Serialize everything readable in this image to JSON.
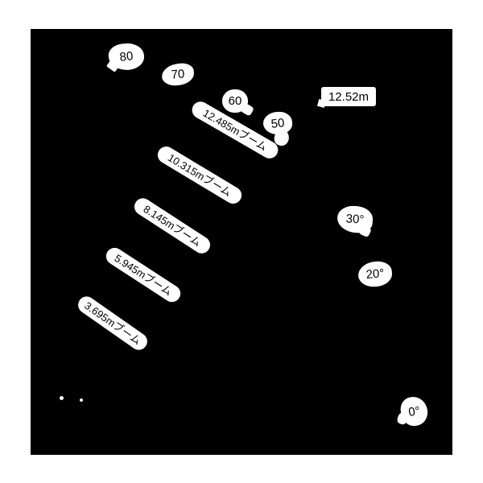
{
  "diagram": {
    "background_color": "#000000",
    "label_background_color": "#ffffff",
    "label_text_color": "#000000",
    "boom_labels": [
      {
        "text": "12.485mブーム"
      },
      {
        "text": "10.315mブーム"
      },
      {
        "text": "8.145mブーム"
      },
      {
        "text": "5.945mブーム"
      },
      {
        "text": "3.695mブーム"
      }
    ],
    "angle_labels": [
      {
        "text": "80"
      },
      {
        "text": "70"
      },
      {
        "text": "60"
      },
      {
        "text": "50"
      },
      {
        "text": "30°"
      },
      {
        "text": "20°"
      },
      {
        "text": "0°"
      }
    ],
    "height_label": {
      "text": "12.52m"
    }
  }
}
